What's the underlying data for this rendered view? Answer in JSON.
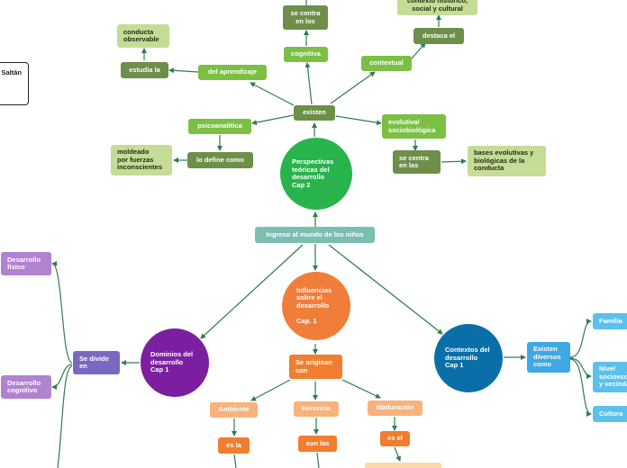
{
  "side_box": {
    "text": "Saltán"
  },
  "root": {
    "text": "Ingreso al mundo de los niños"
  },
  "perspectivas": {
    "center": "Perspectivas\nteóricas del\ndesarrollo\nCap 2",
    "existen": "existen",
    "cognitiva": "cognitiva",
    "se_centra_en_los": "se centra\nen los",
    "del_aprendizaje": "del aprendizaje",
    "estudia_la": "estudia la",
    "conducta_observable": "conducta\nobservable",
    "contextual": "contextual",
    "destaca_el": "destaca el",
    "contexto_historico": "contexto histórico,\nsocial y cultural",
    "psicoanalitica": "psicoanalítica",
    "lo_define_como": "lo define como",
    "moldeado": "moldeado\npor fuerzas\ninconscientes",
    "evolutiva": "evolutiva/\nsociobiológica",
    "se_centra_en_las": "se centra\nen las",
    "bases_evolutivas": "bases evolutivas y\nbiológicas de la\nconducta"
  },
  "influencias": {
    "center": "Influencias\nsobre el\ndesarrollo\n\nCap. 1",
    "se_originan_con": "Se originan\ncon",
    "ambiente": "Ambiente",
    "herencia": "Herencia",
    "maduracion": "Maduración",
    "es_la": "es la",
    "son_las": "son las",
    "es_el": "es el"
  },
  "dominios": {
    "center": "Dominios del\ndesarrollo\nCap 1",
    "se_divide_en": "Se divide\nen",
    "fisico": "Desarrollo\nfísico",
    "cognitivo": "Desarrollo\ncognitivo"
  },
  "contextos": {
    "center": "Contextos del\ndesarrollo\nCap 1",
    "existen_diversos": "Existen\ndiversos\ncomo",
    "familia": "Familia",
    "nivel": "Nivel\nsocioeco\ny vecinda",
    "cultura": "Cultura"
  },
  "colors": {
    "dark_green": "#6d8f4a",
    "green": "#7bbf45",
    "light_green": "#c4dc96",
    "teal": "#7abfaf",
    "orange": "#f07e2e",
    "purple": "#7b1fa0",
    "blue": "#0a6fa8",
    "connector": "#2e7d4f"
  }
}
